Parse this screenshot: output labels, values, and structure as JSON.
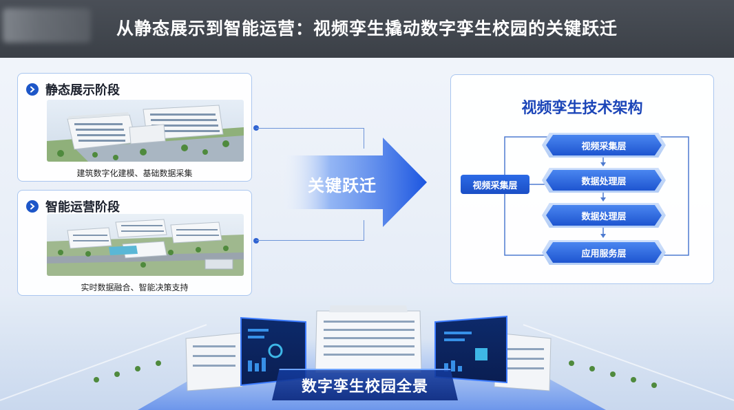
{
  "header": {
    "title": "从静态展示到智能运营：视频孪生撬动数字孪生校园的关键跃迁"
  },
  "stages": [
    {
      "title": "静态展示阶段",
      "caption": "建筑数字化建模、基础数据采集"
    },
    {
      "title": "智能运营阶段",
      "caption": "实时数据融合、智能决策支持"
    }
  ],
  "transition": {
    "label": "关键跃迁"
  },
  "architecture": {
    "title": "视频孪生技术架构",
    "source": "视频采集层",
    "layers": [
      "视频采集层",
      "数据处理层",
      "数据处理层",
      "应用服务层"
    ]
  },
  "campus": {
    "label": "数字孪生校园全景"
  },
  "colors": {
    "header_bg": "#3b4047",
    "accent_blue": "#1e55d0",
    "title_blue": "#1b45b8",
    "panel_border": "#a9c6ef"
  }
}
